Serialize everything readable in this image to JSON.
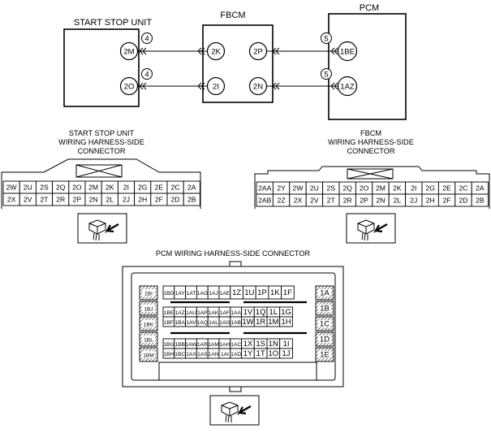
{
  "units": {
    "ssu": {
      "title": "START STOP UNIT",
      "pins": [
        "2M",
        "2O"
      ]
    },
    "fbcm": {
      "title": "FBCM",
      "left_pins": [
        "2K",
        "2I"
      ],
      "right_pins": [
        "2P",
        "2N"
      ]
    },
    "pcm": {
      "title": "PCM",
      "pins": [
        "1BE",
        "1AZ"
      ]
    }
  },
  "wire_markers": {
    "left_top": "4",
    "left_bottom": "4",
    "right_top": "5",
    "right_bottom": "5"
  },
  "ssu_connector": {
    "caption": [
      "START STOP UNIT",
      "WIRING HARNESS-SIDE",
      "CONNECTOR"
    ],
    "row1": [
      "2W",
      "2U",
      "2S",
      "2Q",
      "2O",
      "2M",
      "2K",
      "2I",
      "2G",
      "2E",
      "2C",
      "2A"
    ],
    "row2": [
      "2X",
      "2V",
      "2T",
      "2R",
      "2P",
      "2N",
      "2L",
      "2J",
      "2H",
      "2F",
      "2D",
      "2B"
    ]
  },
  "fbcm_connector": {
    "caption": [
      "FBCM",
      "WIRING HARNESS-SIDE",
      "CONNECTOR"
    ],
    "row1": [
      "2AA",
      "2Y",
      "2W",
      "2U",
      "2S",
      "2Q",
      "2O",
      "2M",
      "2K",
      "2I",
      "2G",
      "2E",
      "2C",
      "2A"
    ],
    "row2": [
      "2AB",
      "2Z",
      "2X",
      "2V",
      "2T",
      "2R",
      "2P",
      "2N",
      "2L",
      "2J",
      "2H",
      "2F",
      "2D",
      "2B"
    ]
  },
  "pcm_connector": {
    "caption": "PCM WIRING HARNESS-SIDE CONNECTOR",
    "left_column": [
      "1BI",
      "1BJ",
      "1BK",
      "1BL",
      "1BM"
    ],
    "right_column": [
      "1A",
      "1B",
      "1C",
      "1D",
      "1E"
    ],
    "row1_small": [
      "1BD",
      "1AY",
      "1AT",
      "1AO",
      "1AJ",
      "1AE"
    ],
    "row1_large": [
      "1Z",
      "1U",
      "1P",
      "1K",
      "1F"
    ],
    "row2_small": [
      "1BE",
      "1AZ",
      "1AU",
      "1AP",
      "1AK",
      "1AF",
      "1AA"
    ],
    "row2_large": [
      "1V",
      "1Q",
      "1L",
      "1G"
    ],
    "row3_small": [
      "1BF",
      "1BA",
      "1AV",
      "1AQ",
      "1AL",
      "1AG",
      "1AB"
    ],
    "row3_large": [
      "1W",
      "1R",
      "1M",
      "1H"
    ],
    "row4_small": [
      "1BG",
      "1BB",
      "1AW",
      "1AR",
      "1AM",
      "1AH",
      "1AC"
    ],
    "row4_large": [
      "1X",
      "1S",
      "1N",
      "1I"
    ],
    "row5_small": [
      "1BH",
      "1BC",
      "1AX",
      "1AS",
      "1AN",
      "1AI",
      "1AD"
    ],
    "row5_large": [
      "1Y",
      "1T",
      "1O",
      "1J"
    ]
  }
}
